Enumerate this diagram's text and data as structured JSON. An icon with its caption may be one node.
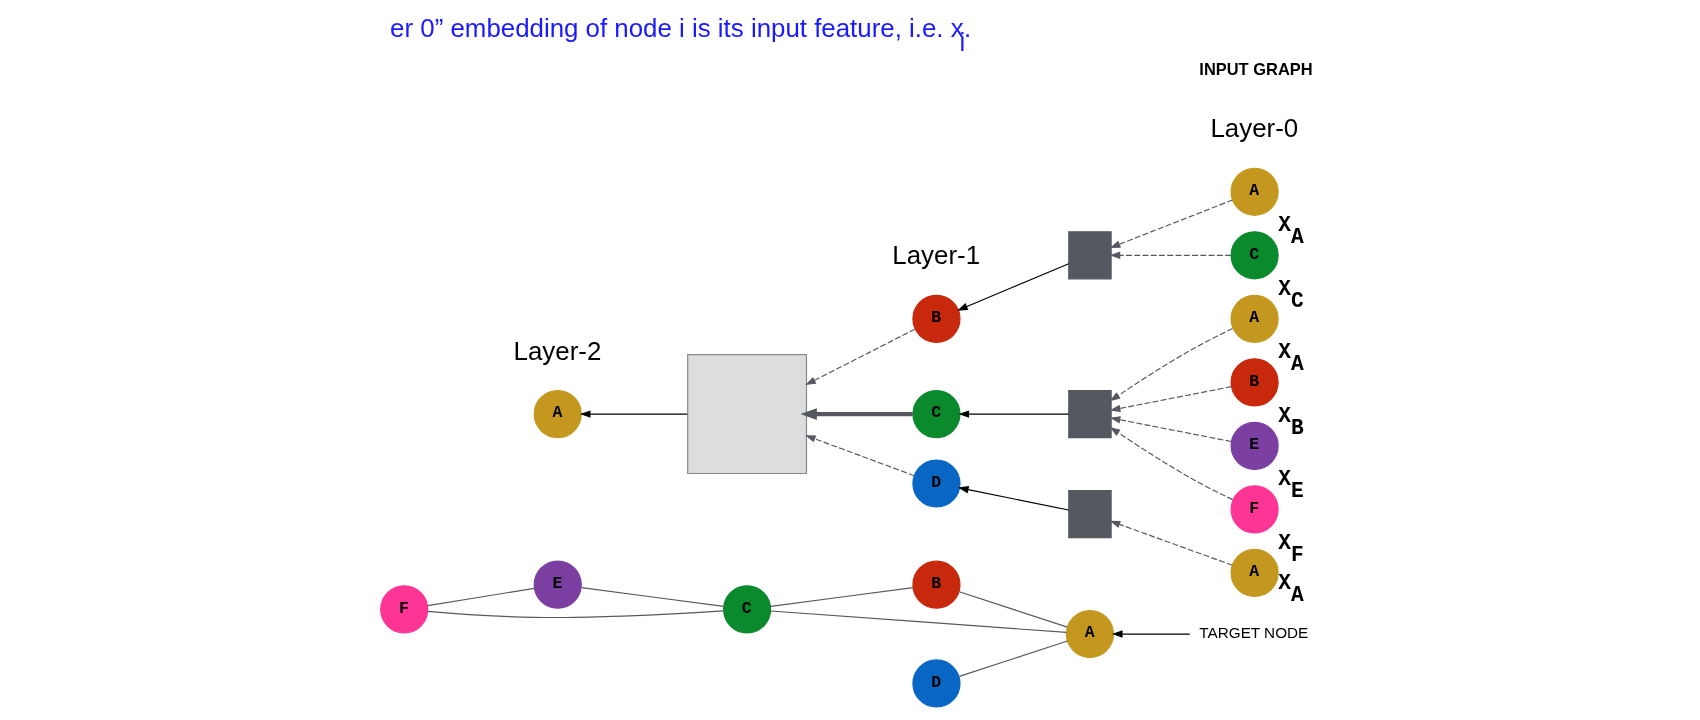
{
  "diagram": {
    "title": "er 0” embedding of node i is its input feature, i.e. x$_{i}$.",
    "nodes": [
      {
        "text": [
          "A"
        ]
      },
      {
        "text": [
          "B"
        ]
      },
      {
        "text": [
          "C"
        ]
      },
      {
        "text": [
          "D"
        ]
      },
      {
        "text": [
          "E"
        ]
      },
      {
        "text": [
          "F"
        ]
      },
      {
        "text": [
          "TARGET NODE"
        ]
      },
      {
        "text": [
          "A"
        ]
      },
      {
        "text": [],
        "shape": "box"
      },
      {
        "text": [
          "B"
        ]
      },
      {
        "text": [
          "C"
        ]
      },
      {
        "text": [
          "D"
        ]
      },
      {
        "text": [],
        "shape": "box"
      },
      {
        "text": [],
        "shape": "box"
      },
      {
        "text": [],
        "shape": "box"
      },
      {
        "text": [
          "A"
        ],
        "beside": [
          "X$_{A}$"
        ]
      },
      {
        "text": [
          "C"
        ],
        "beside": [
          "X$_{C}$"
        ]
      },
      {
        "text": [
          "A"
        ],
        "beside": [
          "X$_{A}$"
        ]
      },
      {
        "text": [
          "B"
        ],
        "beside": [
          "X$_{B}$"
        ]
      },
      {
        "text": [
          "E"
        ],
        "beside": [
          "X$_{E}$"
        ]
      },
      {
        "text": [
          "F"
        ],
        "beside": [
          "X$_{F}$"
        ]
      },
      {
        "text": [
          "A"
        ],
        "beside": [
          "X$_{A}$"
        ]
      }
    ],
    "edges": [
      {
        "from": 6,
        "to": 0,
        "arrow": "to",
        "color": "#000000"
      },
      {
        "from": 0,
        "to": 1,
        "arrow": "none"
      },
      {
        "from": 0,
        "to": 2,
        "arrow": "none"
      },
      {
        "from": 1,
        "to": 2,
        "arrow": "none"
      },
      {
        "from": 0,
        "to": 3,
        "arrow": "none"
      },
      {
        "from": 2,
        "to": 4,
        "arrow": "none"
      },
      {
        "from": 2,
        "to": 5,
        "arrow": "none"
      },
      {
        "from": 4,
        "to": 5,
        "arrow": "none"
      },
      {
        "from": 8,
        "to": 7,
        "arrow": "to",
        "color": "#000000"
      },
      {
        "from": 9,
        "to": 8,
        "arrow": "to",
        "style": "dashed"
      },
      {
        "from": 10,
        "to": 8,
        "arrow": "to",
        "style": "thick"
      },
      {
        "from": 11,
        "to": 8,
        "arrow": "to",
        "style": "dashed"
      },
      {
        "from": 12,
        "to": 9,
        "arrow": "to",
        "color": "#000000"
      },
      {
        "from": 13,
        "to": 10,
        "arrow": "to",
        "color": "#000000"
      },
      {
        "from": 14,
        "to": 11,
        "arrow": "to",
        "color": "#000000"
      },
      {
        "from": 15,
        "to": 12,
        "arrow": "to",
        "style": "dashed"
      },
      {
        "from": 16,
        "to": 12,
        "arrow": "to",
        "style": "dashed"
      },
      {
        "from": 17,
        "to": 13,
        "arrow": "to",
        "style": "dashed"
      },
      {
        "from": 18,
        "to": 13,
        "arrow": "to",
        "style": "dashed"
      },
      {
        "from": 19,
        "to": 13,
        "arrow": "to",
        "style": "dashed"
      },
      {
        "from": 20,
        "to": 13,
        "arrow": "to",
        "style": "dashed"
      },
      {
        "from": 21,
        "to": 14,
        "arrow": "to",
        "style": "dashed"
      }
    ],
    "labels": [
      "Layer-0",
      "Layer-1",
      "Layer-2",
      "INPUT GRAPH"
    ]
  }
}
